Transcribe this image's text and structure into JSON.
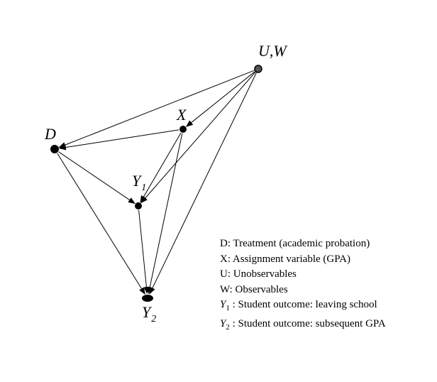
{
  "nodes": {
    "uw": {
      "label": "U,W"
    },
    "x": {
      "label": "X"
    },
    "d": {
      "label": "D"
    },
    "y1": {
      "label": "Y",
      "sub": "1"
    },
    "y2": {
      "label": "Y",
      "sub": "2"
    }
  },
  "edges": [
    {
      "from": "uw",
      "to": "d"
    },
    {
      "from": "uw",
      "to": "x"
    },
    {
      "from": "uw",
      "to": "y1"
    },
    {
      "from": "uw",
      "to": "y2"
    },
    {
      "from": "x",
      "to": "d"
    },
    {
      "from": "x",
      "to": "y1"
    },
    {
      "from": "x",
      "to": "y2"
    },
    {
      "from": "d",
      "to": "y1"
    },
    {
      "from": "d",
      "to": "y2"
    },
    {
      "from": "y1",
      "to": "y2"
    }
  ],
  "legend": {
    "d": "D: Treatment (academic probation)",
    "x": "X: Assignment variable (GPA)",
    "u": "U: Unobservables",
    "w": "W: Observables",
    "y1_var": "Y",
    "y1_sub": "1",
    "y1_text": " : Student outcome: leaving school",
    "y2_var": "Y",
    "y2_sub": "2",
    "y2_text": " : Student outcome: subsequent GPA"
  }
}
